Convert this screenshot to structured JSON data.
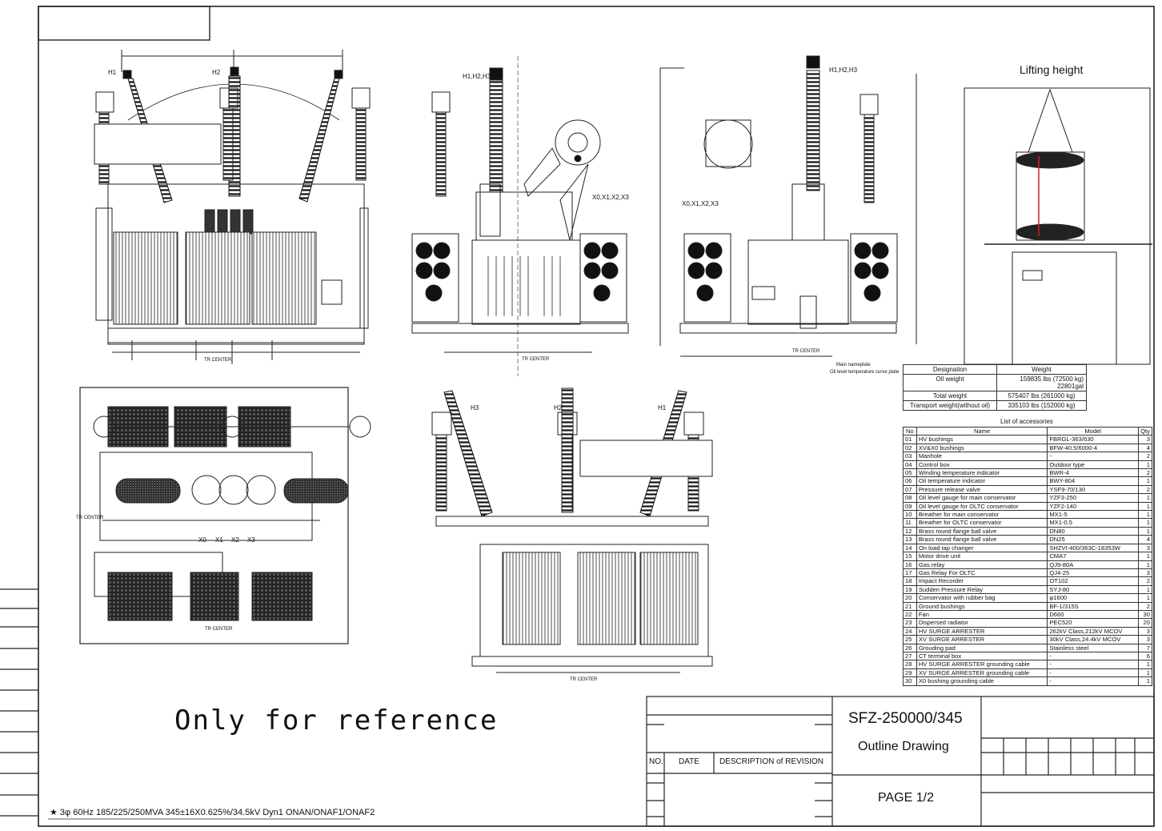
{
  "drawing_title": "SFZ-250000/345",
  "drawing_subtitle": "Outline Drawing",
  "page_label": "PAGE 1/2",
  "watermark_note": "Only for reference",
  "spec_line": "★ 3φ 60Hz 185/225/250MVA 345±16X0.625%/34.5kV Dyn1 ONAN/ONAF1/ONAF2",
  "lifting_height_label": "Lifting height",
  "revision_headers": {
    "no": "NO.",
    "date": "DATE",
    "description": "DESCRIPTION of REVISION"
  },
  "terminal_labels": {
    "hv_front": [
      "H1",
      "H2",
      "H3"
    ],
    "hv_side": "H1,H2,H3",
    "lv_side": "X0,X1,X2,X3",
    "hv_plan_front": [
      "H3",
      "H2",
      "H1"
    ],
    "lv_plan": [
      "X0",
      "X1",
      "X2",
      "X3"
    ],
    "tr_center": "TR CENTER",
    "main_nameplate": "Main nameplate",
    "oil_temp_plate": "Oil level temperature curve plate"
  },
  "weight_table": {
    "header_designation": "Designation",
    "header_weight": "Weight",
    "rows": [
      {
        "name": "Oil weight",
        "value": "159835 lbs (72500 kg)",
        "value2": "22801gal"
      },
      {
        "name": "Total weight",
        "value": "575407 lbs (261000 kg)",
        "value2": ""
      },
      {
        "name": "Transport weight(without oil)",
        "value": "335103 lbs (152000 kg)",
        "value2": ""
      }
    ]
  },
  "accessories": {
    "title": "List of accessories",
    "headers": [
      "No",
      "Name",
      "Model",
      "Qty"
    ],
    "rows": [
      [
        "01",
        "HV bushings",
        "FBRGL-363/630",
        "3"
      ],
      [
        "02",
        "XV&X0 bushings",
        "BFW-40.5/6000-4",
        "4"
      ],
      [
        "03",
        "Manhole",
        "-",
        "2"
      ],
      [
        "04",
        "Control box",
        "Outdoor type",
        "1"
      ],
      [
        "05",
        "Winding temperature indicator",
        "BWR-4",
        "2"
      ],
      [
        "06",
        "Oil temperature indicator",
        "BWY-804",
        "1"
      ],
      [
        "07",
        "Pressure release valve",
        "YSF9-70/130",
        "2"
      ],
      [
        "08",
        "Oil level gauge for main conservator",
        "YZF3-250",
        "1"
      ],
      [
        "09",
        "Oil level gauge for OLTC conservator",
        "YZF2-140",
        "1"
      ],
      [
        "10",
        "Breather for main conservator",
        "MX1-5",
        "1"
      ],
      [
        "11",
        "Breather for OLTC conservator",
        "MX1-0.5",
        "1"
      ],
      [
        "12",
        "Brass round flange ball valve",
        "DN80",
        "1"
      ],
      [
        "13",
        "Brass round flange ball valve",
        "DN25",
        "4"
      ],
      [
        "14",
        "On load tap changer",
        "SHZVI-400/363C-18353W",
        "3"
      ],
      [
        "15",
        "Motor drive unit",
        "CMA7",
        "1"
      ],
      [
        "16",
        "Gas relay",
        "QJ9-80A",
        "1"
      ],
      [
        "17",
        "Gas Relay For OLTC",
        "QJ4-25",
        "3"
      ],
      [
        "18",
        "Impact Recorder",
        "OT102",
        "2"
      ],
      [
        "19",
        "Sudden Pressure Relay",
        "SYJ-80",
        "1"
      ],
      [
        "20",
        "Conservator with rubber bag",
        "φ1600",
        "1"
      ],
      [
        "21",
        "Ground bushings",
        "BF-1/315S",
        "2"
      ],
      [
        "22",
        "Fan",
        "D660",
        "30"
      ],
      [
        "23",
        "Dispersed radiator",
        "PEC520",
        "20"
      ],
      [
        "24",
        "HV SURGE ARRESTER",
        "262kV Class,212kV MCOV",
        "3"
      ],
      [
        "25",
        "XV SURGE ARRESTER",
        "30kV Class,24.4kV MCOV",
        "3"
      ],
      [
        "26",
        "Grouding pad",
        "Stainless steel",
        "7"
      ],
      [
        "27",
        "CT terminal box",
        "-",
        "6"
      ],
      [
        "28",
        "HV SURGE ARRESTER grounding cable",
        "-",
        "1"
      ],
      [
        "29",
        "XV SURGE ARRESTER grounding cable",
        "-",
        "1"
      ],
      [
        "30",
        "X0 bushing grounding cable",
        "-",
        "1"
      ]
    ]
  },
  "colors": {
    "line": "#222222",
    "accent_red": "#cc2222"
  }
}
